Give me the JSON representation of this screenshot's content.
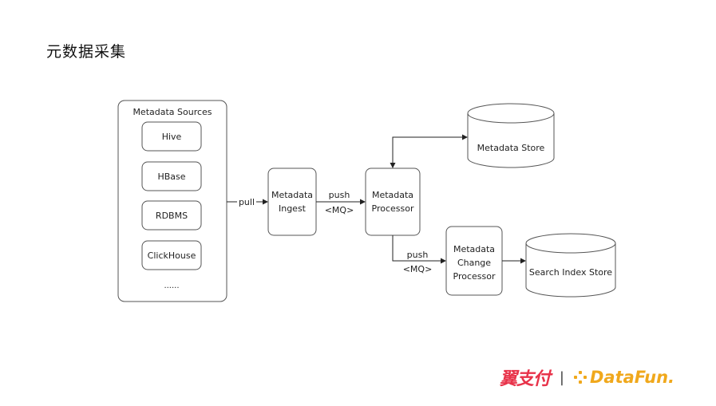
{
  "page": {
    "title": "元数据采集"
  },
  "diagram": {
    "sources_group": {
      "title": "Metadata Sources",
      "items": [
        "Hive",
        "HBase",
        "RDBMS",
        "ClickHouse"
      ],
      "more": "......"
    },
    "nodes": {
      "ingest": [
        "Metadata",
        "Ingest"
      ],
      "processor": [
        "Metadata",
        "Processor"
      ],
      "change_processor": [
        "Metadata",
        "Change",
        "Processor"
      ],
      "metadata_store": "Metadata Store",
      "search_index_store": "Search Index Store"
    },
    "edges": {
      "pull": "pull",
      "push1": [
        "push",
        "<MQ>"
      ],
      "push2": [
        "push",
        "<MQ>"
      ]
    }
  },
  "footer": {
    "logo_bestpay": "翼支付",
    "separator": "|",
    "logo_datafun": "DataFun."
  }
}
